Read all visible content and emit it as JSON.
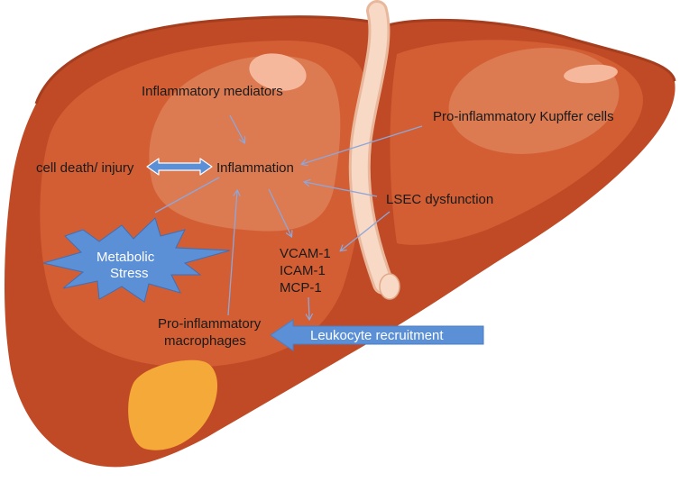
{
  "labels": {
    "inflammatory_mediators": "Inflammatory mediators",
    "kupffer_cells": "Pro-inflammatory Kupffer cells",
    "cell_death": "cell death/ injury",
    "inflammation": "Inflammation",
    "lsec_dysfunction": "LSEC dysfunction",
    "metabolic_line1": "Metabolic",
    "metabolic_line2": "Stress",
    "vcam": "VCAM-1",
    "icam": "ICAM-1",
    "mcp": "MCP-1",
    "macrophages_line1": "Pro-inflammatory",
    "macrophages_line2": "macrophages",
    "leukocyte": "Leukocyte recruitment"
  },
  "colors": {
    "liver_main": "#bf4a25",
    "liver_lobe": "#d8673a",
    "liver_highlight": "#e2855d",
    "liver_shine": "#f6b89c",
    "gallbladder": "#f5a938",
    "ligament": "#f5cfb8",
    "arrow_blue": "#5b8fd6",
    "thin_arrow": "#8fa6d9",
    "text": "#1a1a1a"
  }
}
